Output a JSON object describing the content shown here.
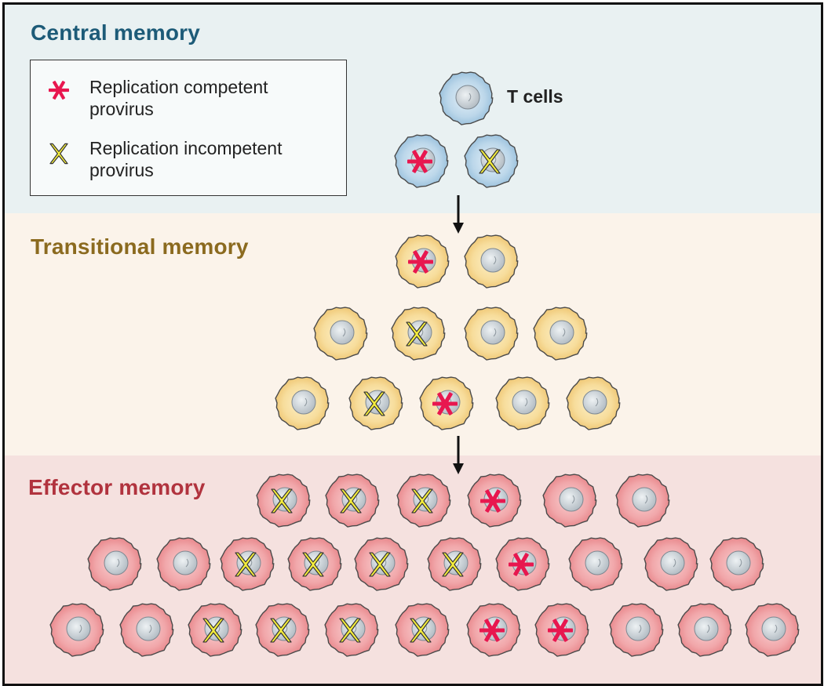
{
  "sections": {
    "central": "Central memory",
    "transitional": "Transitional memory",
    "effector": "Effector memory"
  },
  "legend": {
    "competent": {
      "symbol": "star-icon",
      "line1": "Replication competent",
      "line2": "provirus",
      "color": "#e8174f"
    },
    "incompetent": {
      "symbol": "x-mark-icon",
      "line1": "Replication incompetent",
      "line2": "provirus",
      "color": "#f5ee3c"
    }
  },
  "tcells_label": "T cells",
  "colors": {
    "central_cell": "#bcd7ea",
    "transitional_cell": "#f7dd9c",
    "effector_cell": "#f1a7aa",
    "nucleus": "#c7ced3",
    "arrow": "#111111"
  },
  "cell_rows": {
    "central": [
      [
        "plain"
      ],
      [
        "star",
        "x"
      ]
    ],
    "transitional": [
      [
        "star",
        "plain"
      ],
      [
        "plain",
        "x",
        "plain",
        "plain"
      ],
      [
        "plain",
        "x",
        "star",
        "plain",
        "plain"
      ]
    ],
    "effector": [
      [
        "x",
        "x",
        "x",
        "star",
        "plain",
        "plain"
      ],
      [
        "plain",
        "plain",
        "x",
        "x",
        "x",
        "x",
        "star",
        "plain",
        "plain",
        "plain"
      ],
      [
        "plain",
        "plain",
        "x",
        "x",
        "x",
        "x",
        "star",
        "star",
        "plain",
        "plain",
        "plain"
      ]
    ]
  }
}
